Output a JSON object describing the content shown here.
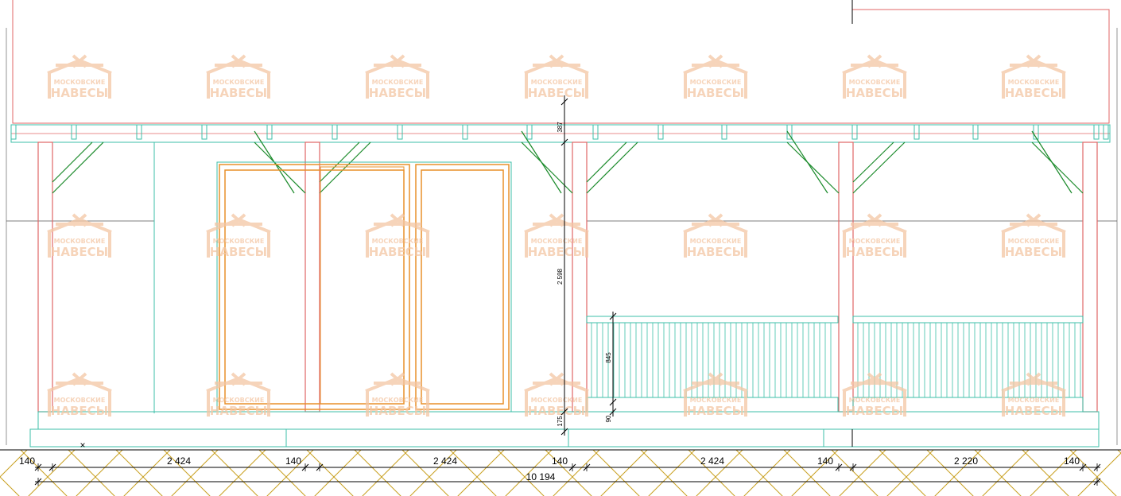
{
  "drawing": {
    "colors": {
      "outline": "#e06666",
      "structure": "#3cbfa8",
      "brace": "#1a8a2a",
      "frame": "#e8902a",
      "dimension": "#000000",
      "ground": "#c8a020",
      "watermark": "#f4c6a4"
    },
    "watermark": {
      "line1": "МОСКОВСКИЕ",
      "line2": "НАВЕСЫ"
    },
    "dimensions": {
      "bottom_segments": [
        "140",
        "2 424",
        "140",
        "2 424",
        "140",
        "2 424",
        "140",
        "2 220",
        "140"
      ],
      "total": "10 194",
      "vertical": {
        "beam": "387",
        "post_height": "2 598",
        "railing": "845",
        "rail_base": "90",
        "deck": "175"
      }
    }
  }
}
